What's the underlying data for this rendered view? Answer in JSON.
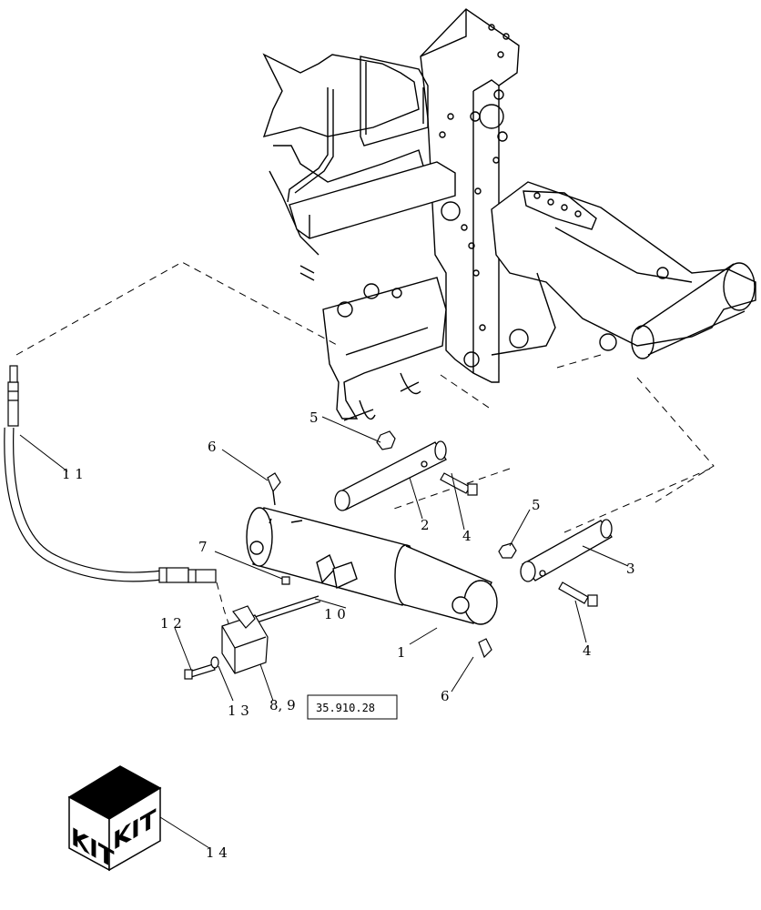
{
  "callouts": {
    "c1": "1",
    "c2": "2",
    "c3": "3",
    "c4a": "4",
    "c4b": "4",
    "c5a": "5",
    "c5b": "5",
    "c6a": "6",
    "c6b": "6",
    "c7": "7",
    "c10": "1 0",
    "c11": "1 1",
    "c12": "1 2",
    "c13": "1 3",
    "c89": "8, 9",
    "c14": "1 4"
  },
  "reference_box": "35.910.28",
  "kit": {
    "left_label": "KIT",
    "right_label": "KIT"
  },
  "colors": {
    "line": "#000000",
    "background": "#ffffff"
  }
}
